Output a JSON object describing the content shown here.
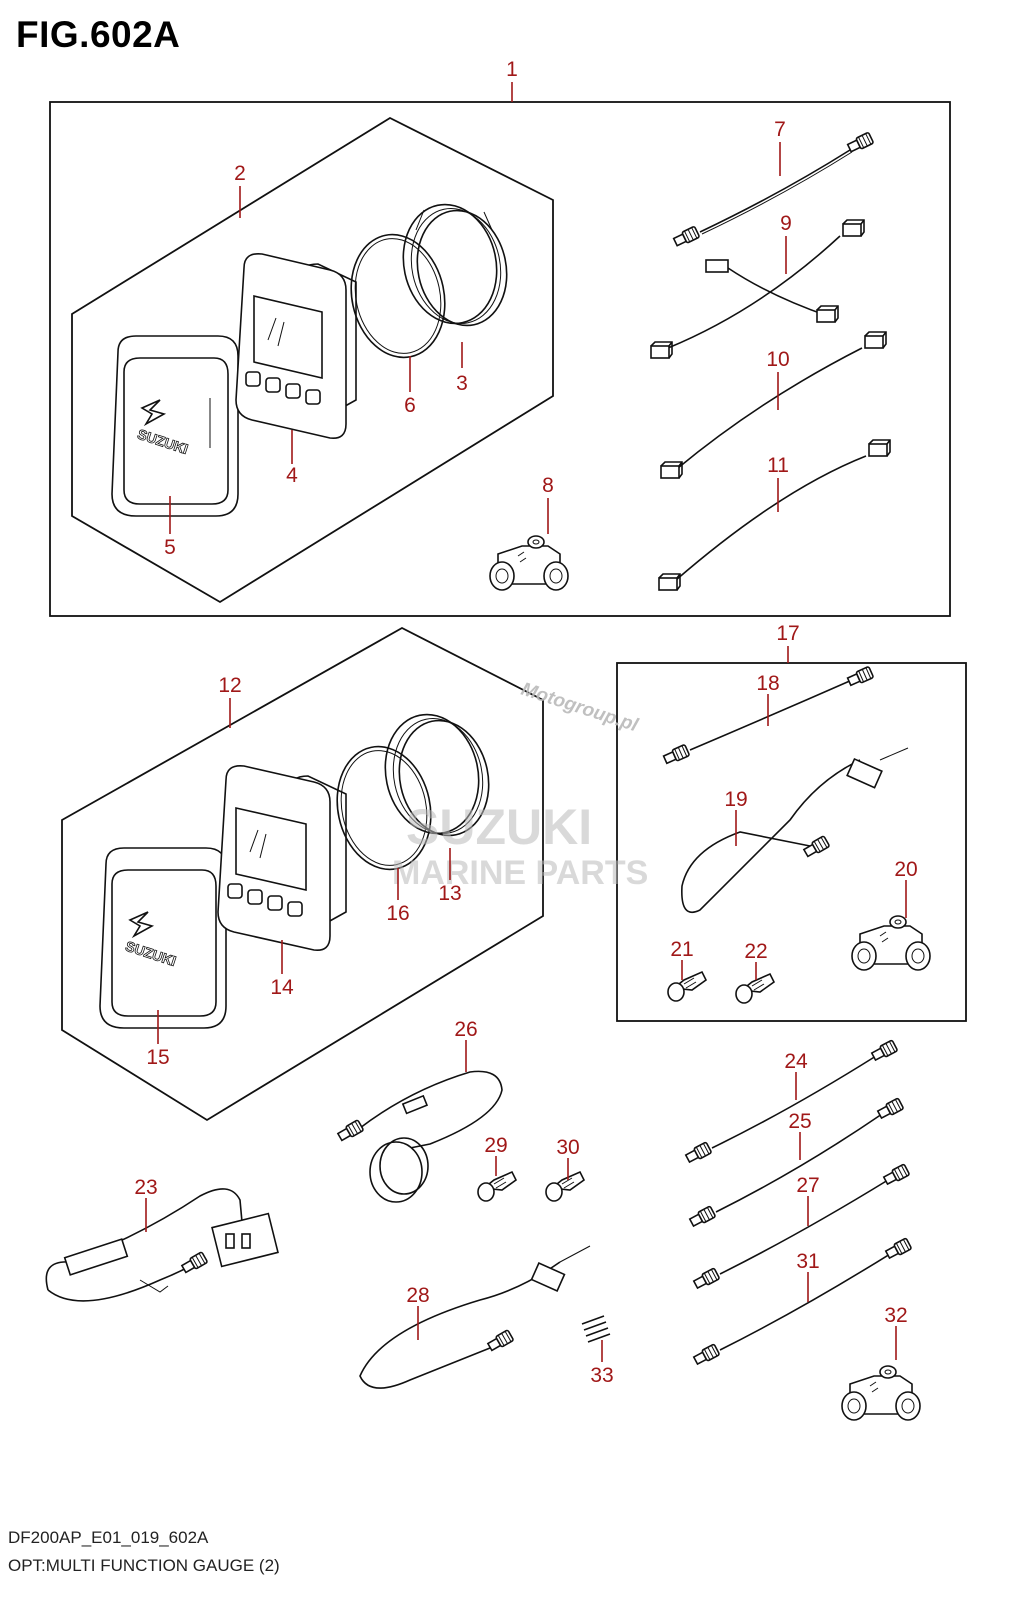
{
  "figure": {
    "title": "FIG.602A",
    "code": "DF200AP_E01_019_602A",
    "caption": "OPT:MULTI FUNCTION GAUGE (2)"
  },
  "watermarks": {
    "site": "Motogroup.pl",
    "brand": "SUZUKI",
    "brand_sub": "MARINE PARTS"
  },
  "gauge_logo": "SUZUKI",
  "callouts": [
    "1",
    "2",
    "3",
    "4",
    "5",
    "6",
    "7",
    "8",
    "9",
    "10",
    "11",
    "12",
    "13",
    "14",
    "15",
    "16",
    "17",
    "18",
    "19",
    "20",
    "21",
    "22",
    "23",
    "24",
    "25",
    "26",
    "27",
    "28",
    "29",
    "30",
    "31",
    "32",
    "33"
  ]
}
